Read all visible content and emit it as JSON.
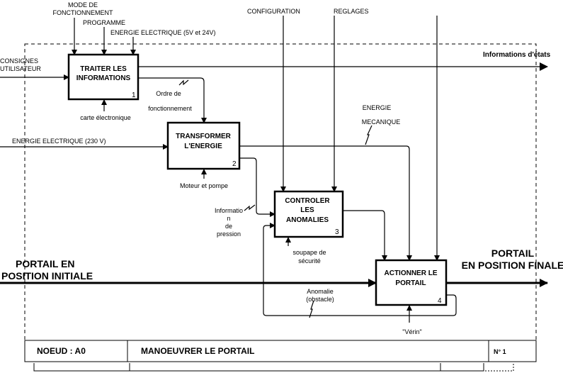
{
  "diagram": {
    "controls": {
      "mode": [
        "MODE DE",
        "FONCTIONNEMENT"
      ],
      "programme": "PROGRAMME",
      "energie_low": "ENERGIE ELECTRIQUE (5V et 24V)",
      "configuration": "CONFIGURATION",
      "reglages": "REGLAGES"
    },
    "inputs": {
      "consignes": [
        "CONSIGNES",
        "UTILISATEUR"
      ],
      "energie_230": "ENERGIE ELECTRIQUE (230 V)",
      "portail_initial": [
        "PORTAIL EN",
        "POSITION INITIALE"
      ]
    },
    "outputs": {
      "informations": "Informations d'états",
      "portail_final": [
        "PORTAIL",
        "EN POSITION FINALE"
      ]
    },
    "flows": {
      "ordre": [
        "Ordre de",
        "fonctionnement"
      ],
      "energie_meca": [
        "ENERGIE",
        "MECANIQUE"
      ],
      "info_pression": [
        "Informatio",
        "n",
        "de",
        "pression"
      ],
      "anomalie": [
        "Anomalie",
        "(obstacle)"
      ]
    },
    "boxes": [
      {
        "lines": [
          "TRAITER LES",
          "INFORMATIONS"
        ],
        "number": "1",
        "mechanism": "carte électronique"
      },
      {
        "lines": [
          "TRANSFORMER",
          "L'ENERGIE"
        ],
        "number": "2",
        "mechanism": "Moteur et pompe"
      },
      {
        "lines": [
          "CONTROLER",
          "LES",
          "ANOMALIES"
        ],
        "number": "3",
        "mechanism": [
          "soupape de",
          "sécurité"
        ]
      },
      {
        "lines": [
          "ACTIONNER LE",
          "PORTAIL"
        ],
        "number": "4",
        "mechanism": "\"Vérin\""
      }
    ]
  },
  "footer": {
    "node": "NOEUD : A0",
    "title": "MANOEUVRER LE PORTAIL",
    "number": "N° 1"
  }
}
